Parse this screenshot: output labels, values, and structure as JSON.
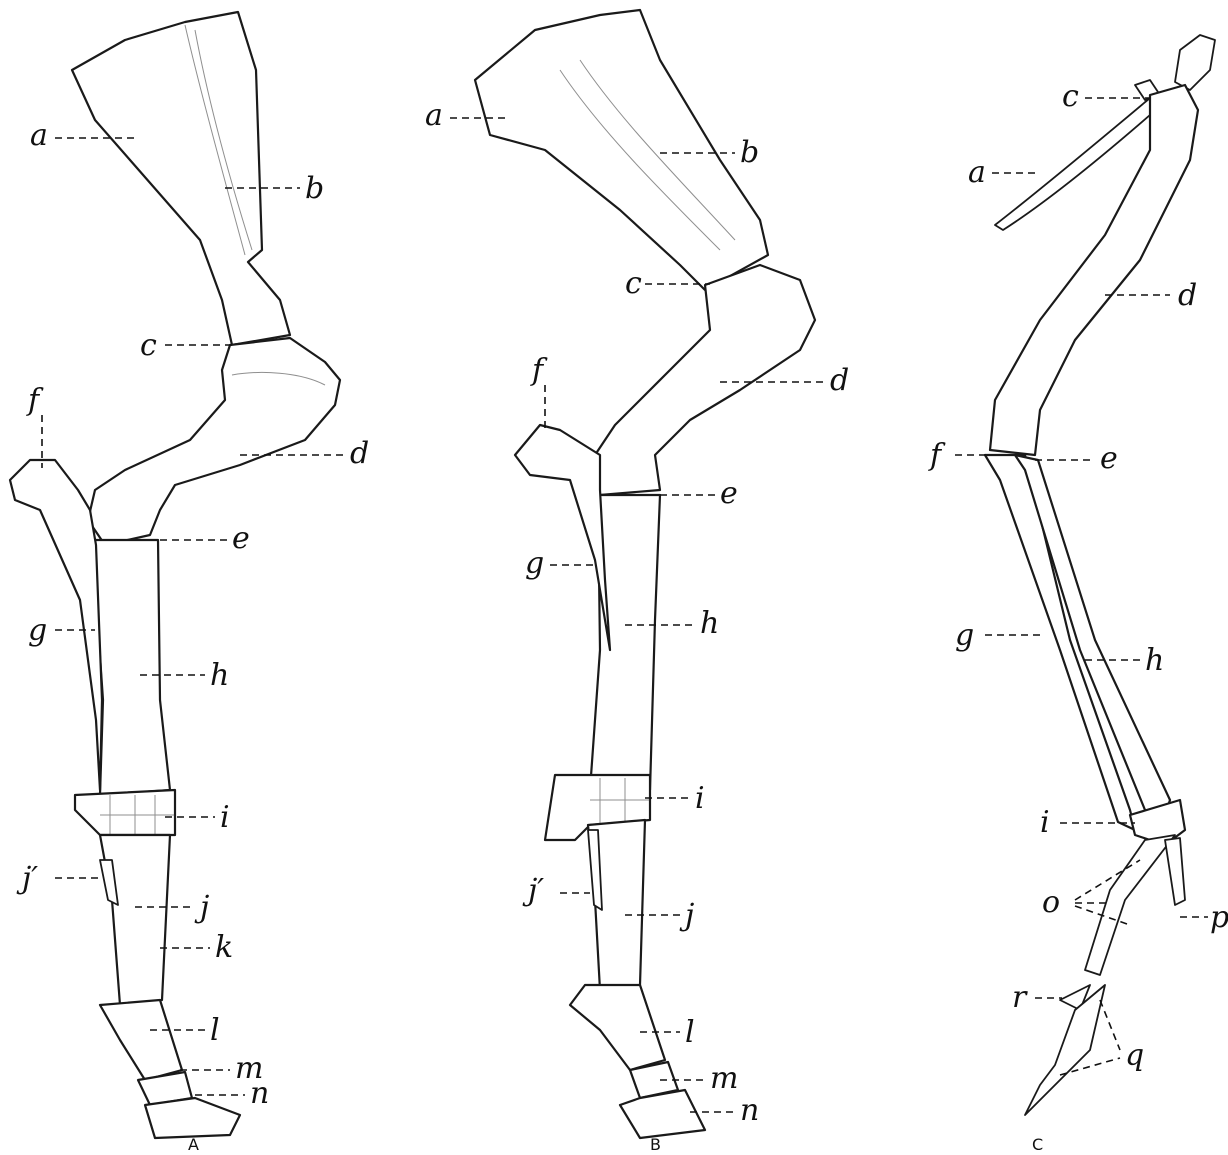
{
  "panels": [
    {
      "caption": "A",
      "labels": [
        "a",
        "b",
        "c",
        "d",
        "e",
        "f",
        "g",
        "h",
        "i",
        "j′",
        "j",
        "k",
        "l",
        "m",
        "n"
      ]
    },
    {
      "caption": "B",
      "labels": [
        "a",
        "b",
        "c",
        "d",
        "e",
        "f",
        "g",
        "h",
        "i",
        "j′",
        "j",
        "l",
        "m",
        "n"
      ]
    },
    {
      "caption": "C",
      "labels": [
        "c",
        "a",
        "d",
        "f",
        "e",
        "g",
        "h",
        "i",
        "o",
        "p",
        "r",
        "q"
      ]
    }
  ],
  "colors": {
    "ink": "#1a1a1a",
    "paper": "#ffffff"
  }
}
